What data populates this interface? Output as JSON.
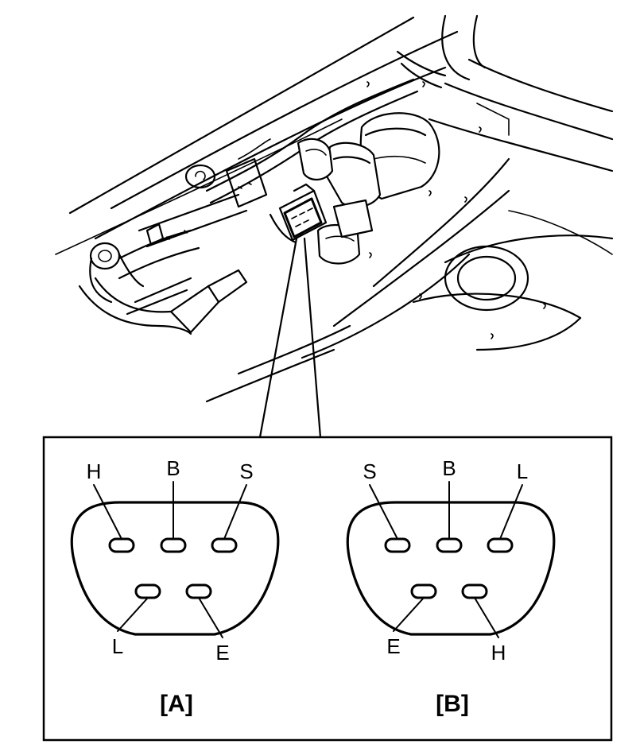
{
  "connectors": [
    {
      "caption": "[A]",
      "pins": [
        {
          "label": "H",
          "row": "top",
          "slot": 0,
          "label_pos": "above"
        },
        {
          "label": "B",
          "row": "top",
          "slot": 1,
          "label_pos": "above"
        },
        {
          "label": "S",
          "row": "top",
          "slot": 2,
          "label_pos": "above"
        },
        {
          "label": "L",
          "row": "bottom",
          "slot": 0,
          "label_pos": "below"
        },
        {
          "label": "E",
          "row": "bottom",
          "slot": 1,
          "label_pos": "below"
        }
      ]
    },
    {
      "caption": "[B]",
      "pins": [
        {
          "label": "S",
          "row": "top",
          "slot": 0,
          "label_pos": "above"
        },
        {
          "label": "B",
          "row": "top",
          "slot": 1,
          "label_pos": "above"
        },
        {
          "label": "L",
          "row": "top",
          "slot": 2,
          "label_pos": "above"
        },
        {
          "label": "E",
          "row": "bottom",
          "slot": 0,
          "label_pos": "below"
        },
        {
          "label": "H",
          "row": "bottom",
          "slot": 1,
          "label_pos": "below"
        }
      ]
    }
  ]
}
